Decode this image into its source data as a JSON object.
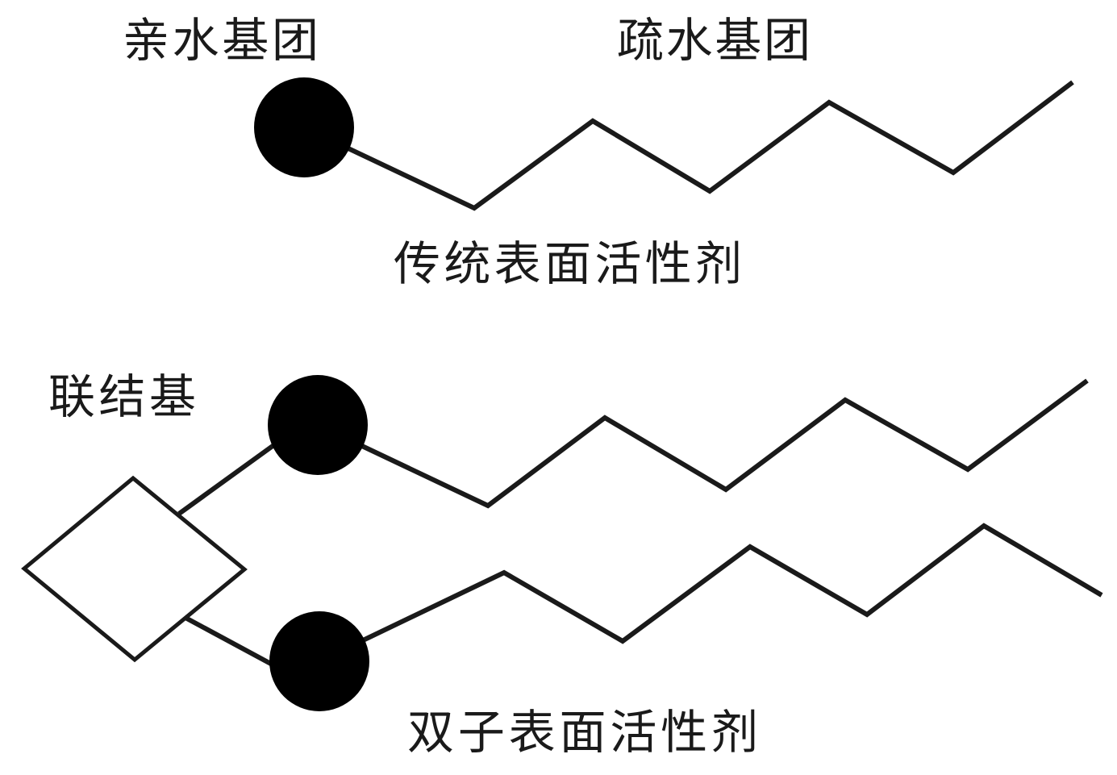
{
  "labels": {
    "hydrophilic_group": "亲水基团",
    "hydrophobic_group": "疏水基团",
    "traditional_surfactant": "传统表面活性剂",
    "linker_group": "联结基",
    "gemini_surfactant": "双子表面活性剂"
  },
  "colors": {
    "ink": "#1a1a1a",
    "head": "#000000",
    "background": "#ffffff"
  }
}
